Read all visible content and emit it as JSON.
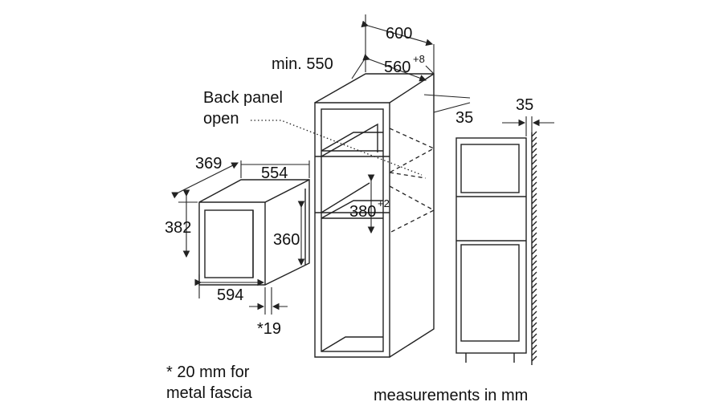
{
  "dimensions": {
    "width_total": "600",
    "depth_min": "min. 550",
    "niche_width": "560",
    "niche_width_tol": "+8",
    "back_gap": "35",
    "back_panel_label_1": "Back panel",
    "back_panel_label_2": "open",
    "niche_height": "380",
    "niche_height_tol": "+2",
    "side_gap": "35",
    "appliance_depth": "369",
    "appliance_depth_2": "554",
    "appliance_height": "382",
    "appliance_inner_height": "360",
    "appliance_width": "594",
    "fascia": "*19"
  },
  "notes": {
    "fascia_note_1": "* 20 mm for",
    "fascia_note_2": "metal fascia",
    "units": "measurements in mm"
  }
}
